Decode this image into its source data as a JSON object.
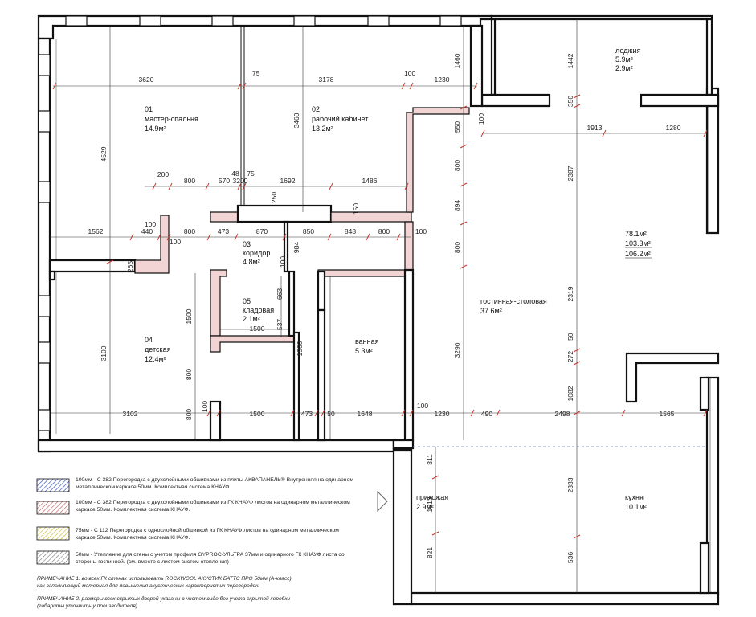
{
  "rooms": {
    "r01": {
      "num": "01",
      "name": "мастер-спальня",
      "area": "14.9м²"
    },
    "r02": {
      "num": "02",
      "name": "рабочий кабинет",
      "area": "13.2м²"
    },
    "r03": {
      "num": "03",
      "name": "коридор",
      "area": "4.8м²"
    },
    "r04": {
      "num": "04",
      "name": "детская",
      "area": "12.4м²"
    },
    "r05": {
      "num": "05",
      "name": "кладовая",
      "area": "2.1м²"
    },
    "bath": {
      "name": "ванная",
      "area": "5.3м²"
    },
    "living": {
      "name": "гостинная-столовая",
      "area": "37.6м²"
    },
    "loggia": {
      "name": "лоджия",
      "area1": "5.9м²",
      "area2": "2.9м²"
    },
    "hall": {
      "name": "прихожая",
      "area": "2.9м²"
    },
    "kitchen": {
      "name": "кухня",
      "area": "10.1м²"
    },
    "totals": {
      "a": "78.1м²",
      "b": "103.3м²",
      "c": "106.2м²"
    }
  },
  "dims": {
    "d3620": "3620",
    "d75a": "75",
    "d3178": "3178",
    "d100a": "100",
    "d1230a": "1230",
    "d1460": "1460",
    "d1442": "1442",
    "d350": "350",
    "d1913": "1913",
    "d1280": "1280",
    "d4529": "4529",
    "d3460": "3460",
    "d550": "550",
    "d100b": "100",
    "d800a": "800",
    "d2387": "2387",
    "d200": "200",
    "d800b": "800",
    "d570": "570",
    "d48": "48",
    "d3200": "3200",
    "d75b": "75",
    "d1692": "1692",
    "d1486": "1486",
    "d250": "250",
    "d150": "150",
    "d894": "894",
    "d1562": "1562",
    "d440": "440",
    "d100c": "100",
    "d800c": "800",
    "d473a": "473",
    "d870": "870",
    "d850": "850",
    "d848": "848",
    "d800d": "800",
    "d100d": "100",
    "d100e": "100",
    "d100f": "100",
    "d984": "984",
    "d100g": "100",
    "d800e": "800",
    "d265": "265",
    "d663": "663",
    "d1500a": "1500",
    "d1500b": "1500",
    "d537": "537",
    "d1900": "1900",
    "d3100": "3100",
    "d800f": "800",
    "d100h": "100",
    "d800g": "800",
    "d2319": "2319",
    "d3290": "3290",
    "d272": "272",
    "d50a": "50",
    "d1082": "1082",
    "d3102": "3102",
    "d1500c": "1500",
    "d473b": "473",
    "d50b": "50",
    "d1648": "1648",
    "d100i": "100",
    "d1230b": "1230",
    "d490": "490",
    "d2498": "2498",
    "d1565": "1565",
    "d811": "811",
    "d1013": "1013",
    "d821": "821",
    "d2333": "2333",
    "d536": "536"
  },
  "legend": [
    {
      "color": "#4a6fd0",
      "line1": "100мм - С 382 Перегородка с двухслойными обшивками из плиты АКВАПАНЕЛЬ® Внутренняя на одинарном",
      "line2": "металлическом каркасе 50мм. Комплектная система КНАУФ."
    },
    {
      "color": "#d46a6a",
      "line1": "100мм - С 382 Перегородка с двухслойными обшивками из ГК КНАУФ листов на одинарном металлическом",
      "line2": "каркасе 50мм. Комплектная система КНАУФ."
    },
    {
      "color": "#e0d23a",
      "line1": "75мм - С 112 Перегородка с однослойной обшивкой из ГК КНАУФ листов на одинарном металлическом",
      "line2": "каркасе 50мм. Комплектная система КНАУФ."
    },
    {
      "color": "#8a8a8a",
      "line1": "50мм - Утепление для стены с учетом профиля GYPROC-УЛЬТРА 37мм и одинарного ГК КНАУФ листа со",
      "line2": "стороны гостинной. (см. вместе с листом систем отопления)"
    }
  ],
  "notes": {
    "n1a": "ПРИМЕЧАНИЕ 1: во всех ГК стенах использовать ROCKWOOL АКУСТИК БАТТС ПРО 50мм (А-класс)",
    "n1b": "как заполняющий материал для повышения акустических характеристик перегородок.",
    "n2a": "ПРИМЕЧАНИЕ 2: размеры всех скрытых дверей указаны в чистом виде без учета скрытой коробки",
    "n2b": "(габариты уточнить у производителя)"
  },
  "icons": {
    "arrow": "triangle-arrow-icon"
  }
}
